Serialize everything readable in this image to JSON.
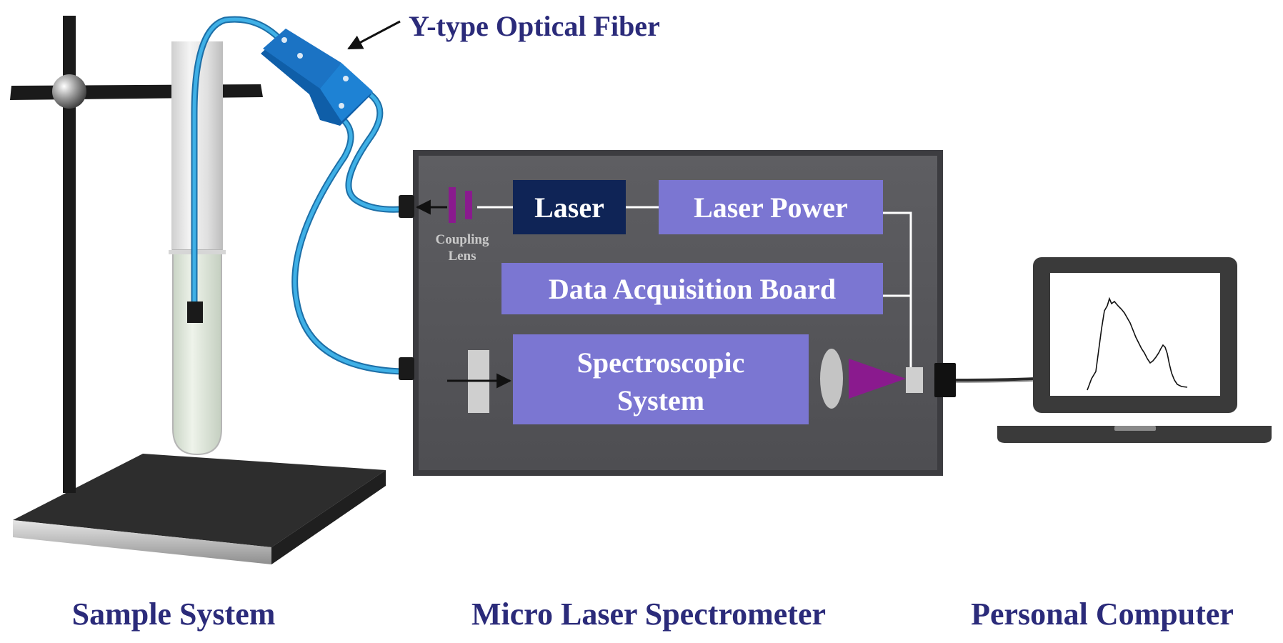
{
  "labels": {
    "fiber_title": "Y-type Optical Fiber",
    "sample_system": "Sample System",
    "micro_laser_spectrometer": "Micro Laser Spectrometer",
    "personal_computer": "Personal Computer"
  },
  "spectrometer": {
    "laser": "Laser",
    "laser_power": "Laser Power",
    "daq_board": "Data Acquisition Board",
    "spectroscopic_line1": "Spectroscopic",
    "spectroscopic_line2": "System",
    "coupling_line1": "Coupling",
    "coupling_line2": "Lens"
  },
  "colors": {
    "title_navy": "#2b2b7a",
    "fiber_blue": "#35a3dc",
    "connector_blue": "#1b73c4",
    "laser_box": "#0f2456",
    "purple_box": "#7b76d2",
    "panel_gray": "#57575a",
    "lens_purple": "#8a1a8e"
  },
  "icons": {
    "stand": "lab-stand",
    "tube": "test-tube",
    "laptop": "laptop-icon",
    "spectrum": "spectrum-curve-icon"
  }
}
